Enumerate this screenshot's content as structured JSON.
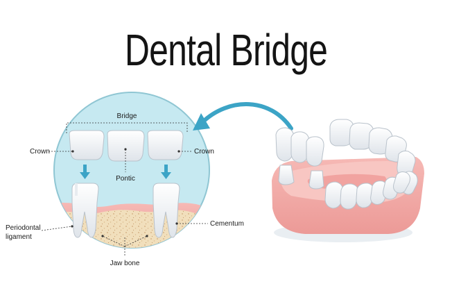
{
  "title": "Dental Bridge",
  "labels": {
    "bridge": "Bridge",
    "crown_left": "Crown",
    "crown_right": "Crown",
    "pontic": "Pontic",
    "periodontal_line1": "Periodontal",
    "periodontal_line2": "ligament",
    "cementum": "Cementum",
    "jaw_bone": "Jaw bone"
  },
  "colors": {
    "circle_fill": "#c6e9f1",
    "circle_stroke": "#8fc6d3",
    "arrow": "#3ca4c6",
    "gum": "#f4b3b0",
    "bone": "#f0ddb8",
    "tooth": "#f2f4f6"
  }
}
